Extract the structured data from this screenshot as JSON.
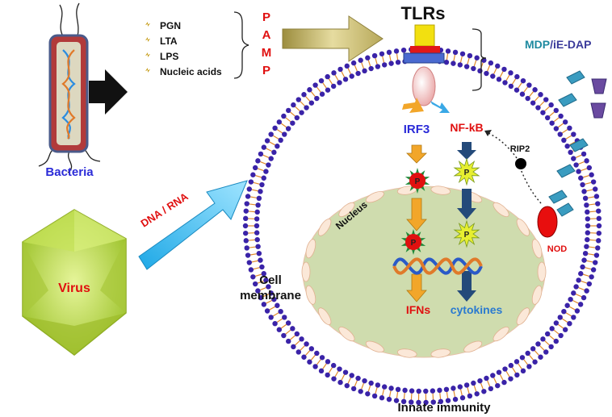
{
  "bacteria": {
    "label": "Bacteria",
    "pamp_items": [
      "PGN",
      "LTA",
      "LPS",
      "Nucleic acids"
    ],
    "pamp_letters": [
      "P",
      "A",
      "M",
      "P"
    ]
  },
  "receptors": {
    "tlrs": "TLRs",
    "mdp": "MDP",
    "slash": "/",
    "ie_dap": "iE-DAP",
    "nod": "NOD",
    "rip2": "RIP2"
  },
  "signaling": {
    "irf3": "IRF3",
    "nfkb": "NF-kB",
    "p": "P",
    "ifns": "IFNs",
    "cytokines": "cytokines"
  },
  "virus": {
    "label": "Virus",
    "dna_rna": "DNA / RNA"
  },
  "cell": {
    "nucleus": "Nucleus",
    "membrane_line1": "Cell",
    "membrane_line2": "membrane",
    "innate": "Innate immunity"
  },
  "colors": {
    "blue_text": "#2b2bd8",
    "red_text": "#e01010",
    "membrane_head": "#3a23a8",
    "membrane_tail": "#e08a2a",
    "nucleus_fill": "#cfdcae",
    "arrow_orange": "#f2a62a",
    "arrow_navy": "#244a7a",
    "cyan": "#39b8ee",
    "virus": "#b8d843"
  }
}
